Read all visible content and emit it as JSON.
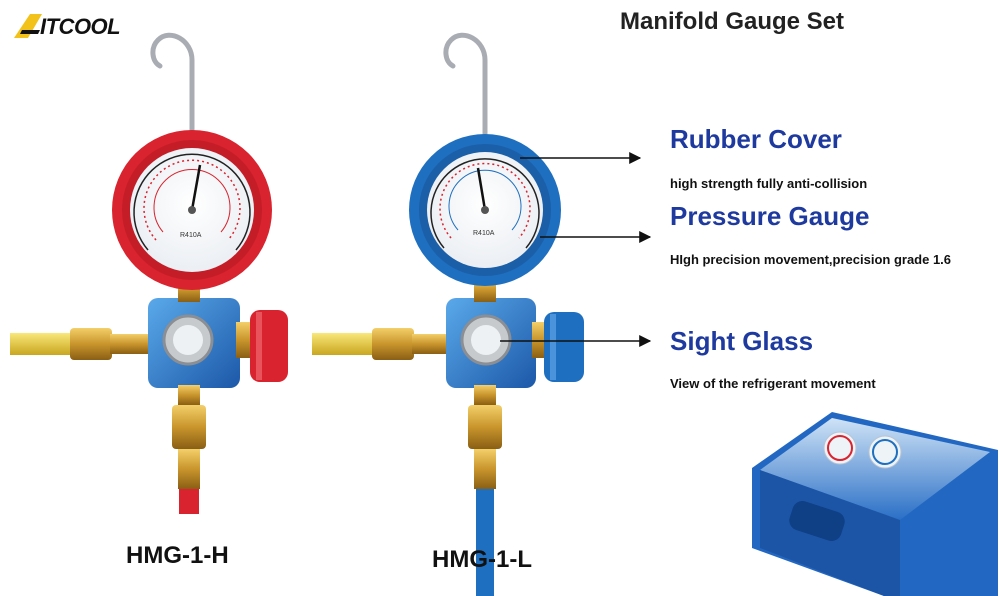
{
  "brand": {
    "name": "ITCOOL"
  },
  "title": "Manifold Gauge Set",
  "features": [
    {
      "heading": "Rubber Cover",
      "desc": "high strength fully anti-collision"
    },
    {
      "heading": "Pressure Gauge",
      "desc": "HIgh precision movement,precision grade 1.6"
    },
    {
      "heading": "Sight Glass",
      "desc": "View of the refrigerant movement"
    }
  ],
  "models": {
    "left": "HMG-1-H",
    "right": "HMG-1-L"
  },
  "gauge_labels": {
    "refrigerant": "R410A"
  },
  "colors": {
    "high_side": "#d9232e",
    "low_side": "#1e6fc0",
    "heading_blue": "#1e3a9f",
    "brass": "#c9952c",
    "hose_yellow": "#e9cf3b"
  },
  "icons": [
    "logo-mark-icon",
    "arrow-icon"
  ]
}
